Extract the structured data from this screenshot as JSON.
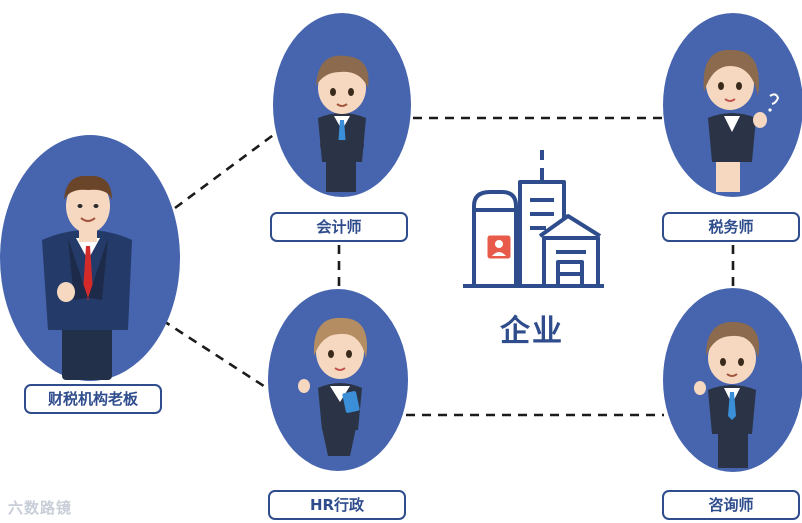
{
  "center": {
    "label": "企业",
    "icon": "office-buildings-icon"
  },
  "nodes": {
    "boss": {
      "label": "财税机构老板"
    },
    "accountant": {
      "label": "会计师"
    },
    "hr": {
      "label": "HR行政"
    },
    "tax": {
      "label": "税务师"
    },
    "consultant": {
      "label": "咨询师"
    }
  },
  "watermark": "六数路镜",
  "colors": {
    "circle": "#4764ae",
    "border": "#2f4d8c",
    "label_text": "#2f4d8c",
    "suit": "#2b3446",
    "skin": "#f6d8c1",
    "hair": "#7b5a3c",
    "tie_red": "#d52a2a",
    "tie_blue": "#3b8fd8"
  }
}
